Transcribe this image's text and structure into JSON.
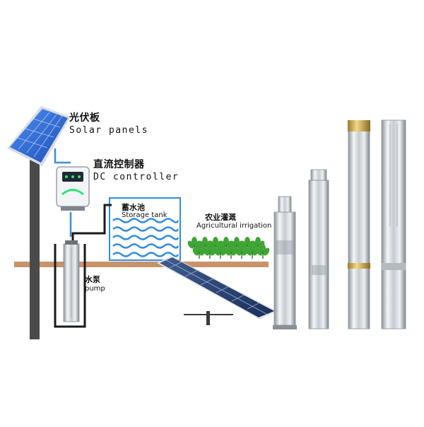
{
  "labels": {
    "solar_cn": "光伏板",
    "solar_en": "Solar panels",
    "controller_cn": "直流控制器",
    "controller_en": "DC controller",
    "tank_cn": "蓄水池",
    "tank_en": "Storage tank",
    "irrigation_cn": "农业灌溉",
    "irrigation_en": "Agricultural irrigation",
    "pump_cn": "水泵",
    "pump_en": "pump"
  },
  "colors": {
    "ground": "#c8936a",
    "pipe": "#3a8fd6",
    "water": "#2f8de0",
    "panel": "#2b6bd6",
    "steel": "#c9ced4",
    "brass": "#c9a44a",
    "plant": "#3fa535"
  }
}
